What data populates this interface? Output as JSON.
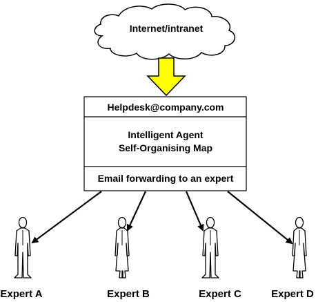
{
  "cloud": {
    "label": "Internet/intranet"
  },
  "system": {
    "top_label": "Helpdesk@company.com",
    "middle_line1": "Intelligent Agent",
    "middle_line2": "Self-Organising Map",
    "bottom_label": "Email forwarding to an expert"
  },
  "arrow_color": "#ffff00",
  "experts": [
    {
      "label": "Expert A",
      "figure": "man"
    },
    {
      "label": "Expert B",
      "figure": "woman"
    },
    {
      "label": "Expert C",
      "figure": "man"
    },
    {
      "label": "Expert D",
      "figure": "woman"
    }
  ]
}
